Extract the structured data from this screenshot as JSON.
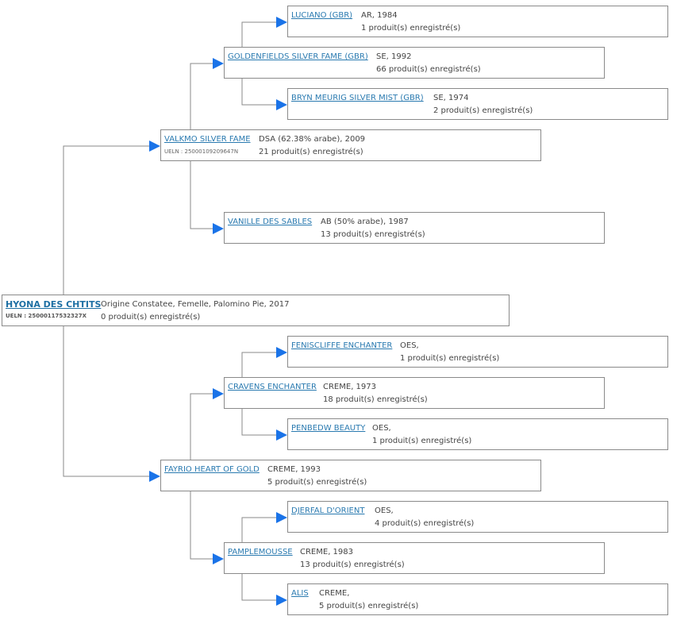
{
  "root": {
    "name": "HYONA DES CHTITS",
    "info": "Origine Constatee, Femelle, Palomino Pie, 2017",
    "count": "0 produit(s) enregistré(s)",
    "ueln": "UELN : 25000117532327X"
  },
  "sire": {
    "name": "VALKMO SILVER FAME",
    "info": "DSA (62.38% arabe), 2009",
    "count": "21 produit(s) enregistré(s)",
    "ueln": "UELN : 25000109209647N"
  },
  "dam": {
    "name": "FAYRIO HEART OF GOLD",
    "info": "CREME, 1993",
    "count": "5 produit(s) enregistré(s)"
  },
  "sire_sire": {
    "name": "GOLDENFIELDS SILVER FAME (GBR)",
    "info": "SE, 1992",
    "count": "66 produit(s) enregistré(s)"
  },
  "sire_dam": {
    "name": "VANILLE DES SABLES",
    "info": "AB (50% arabe), 1987",
    "count": "13 produit(s) enregistré(s)"
  },
  "dam_sire": {
    "name": "CRAVENS ENCHANTER",
    "info": "CREME, 1973",
    "count": "18 produit(s) enregistré(s)"
  },
  "dam_dam": {
    "name": "PAMPLEMOUSSE",
    "info": "CREME, 1983",
    "count": "13 produit(s) enregistré(s)"
  },
  "ss_sire": {
    "name": "LUCIANO (GBR)",
    "info": "AR, 1984",
    "count": "1 produit(s) enregistré(s)"
  },
  "ss_dam": {
    "name": "BRYN MEURIG SILVER MIST (GBR)",
    "info": "SE, 1974",
    "count": "2 produit(s) enregistré(s)"
  },
  "ds_sire": {
    "name": "FENISCLIFFE ENCHANTER",
    "info": "OES,",
    "count": "1 produit(s) enregistré(s)"
  },
  "ds_dam": {
    "name": "PENBEDW BEAUTY",
    "info": "OES,",
    "count": "1 produit(s) enregistré(s)"
  },
  "dd_sire": {
    "name": "DJERFAL D'ORIENT",
    "info": "OES,",
    "count": "4 produit(s) enregistré(s)"
  },
  "dd_dam": {
    "name": "ALIS",
    "info": "CREME,",
    "count": "5 produit(s) enregistré(s)"
  },
  "colors": {
    "link": "#2a7ab0",
    "arrow": "#1a73e8",
    "line": "#8a8a8a"
  }
}
